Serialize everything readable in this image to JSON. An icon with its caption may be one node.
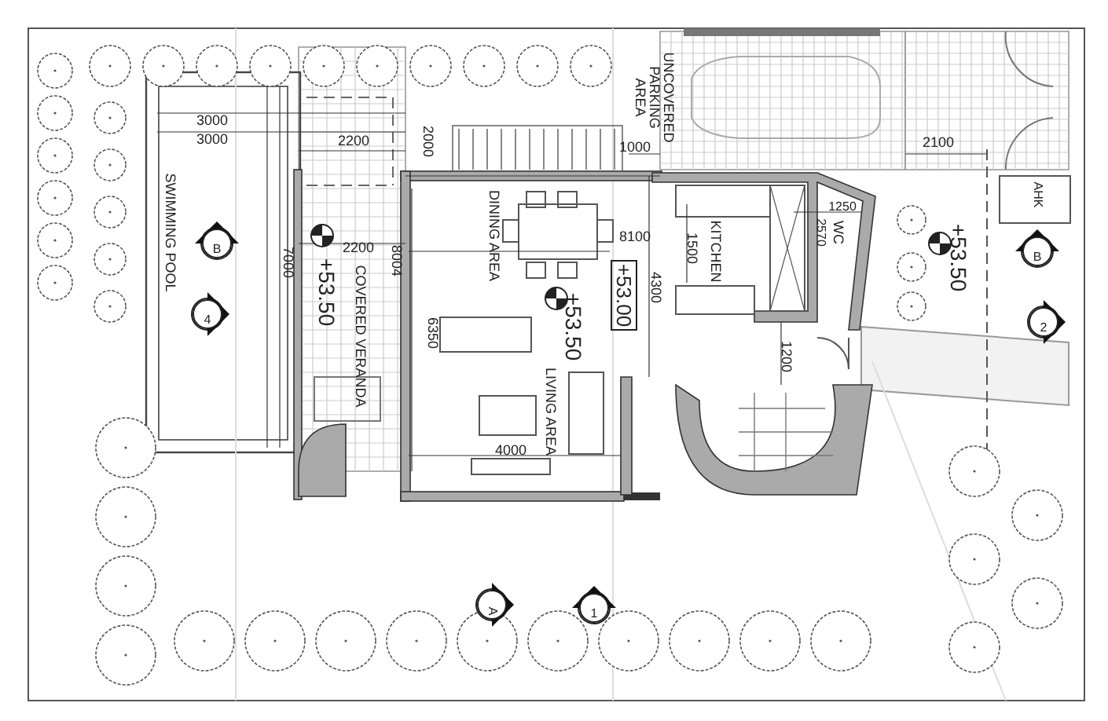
{
  "diagram": {
    "labels": [
      "3000",
      "3000",
      "2200",
      "2000",
      "UNCOVERED PARKING AREA",
      "1000",
      "2100",
      "AHK",
      "1250",
      "2570",
      "WC",
      "SWIMMING POOL",
      "B",
      "7000",
      "2200",
      "+53.50",
      "8004",
      "COVERED VERANDA",
      "DINING AREA",
      "1500",
      "KITCHEN",
      "8100",
      "+53.50",
      "B",
      "4",
      "4300",
      "+53.00",
      "+53.50",
      "2",
      "6350",
      "1200",
      "LIVING AREA",
      "4000",
      "A",
      "1"
    ]
  }
}
